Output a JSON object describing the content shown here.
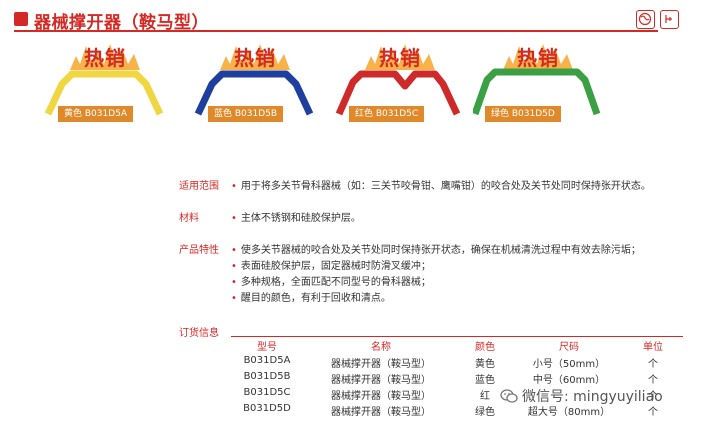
{
  "header": {
    "title": "器械撑开器（鞍马型）"
  },
  "hot_label": "热销",
  "products": [
    {
      "label": "黄色 B031D5A",
      "color": "#f0d640"
    },
    {
      "label": "蓝色 B031D5B",
      "color": "#1f3f9e"
    },
    {
      "label": "红色 B031D5C",
      "color": "#cf2a2a"
    },
    {
      "label": "绿色 B031D5D",
      "color": "#3aa043"
    }
  ],
  "sections": {
    "scope": {
      "label": "适用范围",
      "lines": [
        "用于将多关节骨科器械（如：三关节咬骨钳、鹰嘴钳）的咬合处及关节处同时保持张开状态。"
      ]
    },
    "material": {
      "label": "材料",
      "lines": [
        "主体不锈钢和硅胶保护层。"
      ]
    },
    "features": {
      "label": "产品特性",
      "lines": [
        "使多关节器械的咬合处及关节处同时保持张开状态，确保在机械清洗过程中有效去除污垢；",
        "表面硅胶保护层，固定器械时防滑叉缓冲；",
        "多种规格，全面匹配不同型号的骨科器械；",
        "醒目的颜色，有利于回收和清点。"
      ]
    }
  },
  "order": {
    "label": "订货信息",
    "headers": [
      "型号",
      "名称",
      "颜色",
      "尺码",
      "单位"
    ],
    "rows": [
      [
        "B031D5A",
        "器械撑开器（鞍马型）",
        "黄色",
        "小号（50mm）",
        "个"
      ],
      [
        "B031D5B",
        "器械撑开器（鞍马型）",
        "蓝色",
        "中号（60mm）",
        "个"
      ],
      [
        "B031D5C",
        "器械撑开器（鞍马型）",
        "红",
        "",
        "个"
      ],
      [
        "B031D5D",
        "器械撑开器（鞍马型）",
        "绿色",
        "超大号（80mm）",
        "个"
      ]
    ]
  },
  "watermark": "微信号: mingyuyiliao",
  "accent_color": "#d42a26",
  "label_bg_color": "#e0892a"
}
